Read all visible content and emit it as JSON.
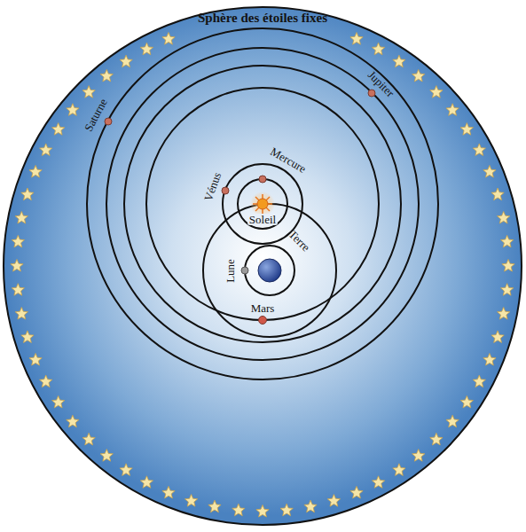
{
  "diagram": {
    "labels": [
      "Sphère des étoiles fixes",
      "Saturne",
      "Jupiter",
      "Vénus",
      "Mercure",
      "Soleil",
      "Lune",
      "Terre",
      "Mars"
    ]
  }
}
